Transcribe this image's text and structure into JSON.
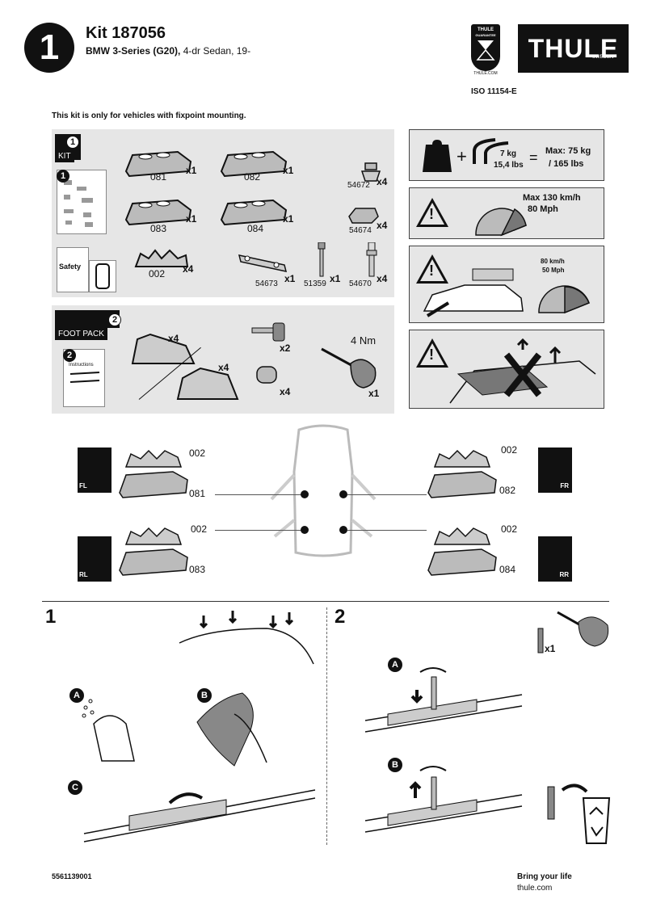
{
  "header": {
    "step_number": "1",
    "kit_title": "Kit 187056",
    "vehicle_model": "BMW 3-Series (G20),",
    "vehicle_detail": " 4-dr Sedan, 19-",
    "guarantee_badge": "THULE",
    "guarantee_sub": "GUARANTEE",
    "guarantee_url": "THULE.COM",
    "brand_logo": "THULE",
    "brand_logo_sub": "SWEDEN",
    "iso": "ISO 11154-E"
  },
  "notice": "This kit is only for vehicles with fixpoint mounting.",
  "kit_panel": {
    "box_number": "1",
    "box_label": "KIT",
    "booklet_number": "1",
    "safety_label": "Safety",
    "parts": [
      {
        "code": "081",
        "qty": "x1"
      },
      {
        "code": "082",
        "qty": "x1"
      },
      {
        "code": "083",
        "qty": "x1"
      },
      {
        "code": "084",
        "qty": "x1"
      },
      {
        "code": "002",
        "qty": "x4"
      },
      {
        "code": "54672",
        "qty": "x4"
      },
      {
        "code": "54674",
        "qty": "x4"
      },
      {
        "code": "54673",
        "qty": "x1"
      },
      {
        "code": "51359",
        "qty": "x1"
      },
      {
        "code": "54670",
        "qty": "x4"
      }
    ]
  },
  "foot_panel": {
    "box_number": "2",
    "box_label": "FOOT PACK",
    "booklet_number": "2",
    "booklet_text": "Instructions",
    "foot_qty_a": "x4",
    "foot_qty_b": "x4",
    "key_qty": "x2",
    "lock_qty": "x4",
    "torque": "4 Nm",
    "tool_qty": "x1"
  },
  "warnings": {
    "load_weight": "7 kg",
    "load_weight_lbs": "15,4 lbs",
    "max_load": "Max: 75 kg",
    "max_load_lbs": "/ 165 lbs",
    "max_speed": "Max  130 km/h",
    "max_speed_mph": "80 Mph",
    "speed_km": "80 km/h",
    "speed_mph": "50 Mph"
  },
  "positions": {
    "fl": {
      "corner": "FL",
      "pad": "002",
      "foot": "081"
    },
    "fr": {
      "corner": "FR",
      "pad": "002",
      "foot": "082"
    },
    "rl": {
      "corner": "RL",
      "pad": "002",
      "foot": "083"
    },
    "rr": {
      "corner": "RR",
      "pad": "002",
      "foot": "084"
    }
  },
  "steps": {
    "step1": {
      "number": "1",
      "sub_a": "A",
      "sub_b": "B",
      "sub_c": "C"
    },
    "step2": {
      "number": "2",
      "sub_a": "A",
      "sub_b": "B",
      "tool_qty": "x1"
    }
  },
  "footer": {
    "code": "5561139001",
    "tagline": "Bring your life",
    "website": "thule.com"
  }
}
